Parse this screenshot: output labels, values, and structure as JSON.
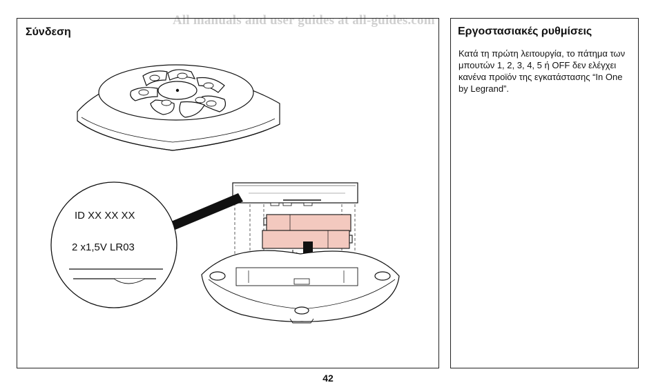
{
  "watermark": "All manuals and user guides at all-guides.com",
  "left_panel": {
    "heading": "Σύνδεση",
    "label_id": "ID XX XX XX",
    "label_battery": "2 x1,5V LR03"
  },
  "right_panel": {
    "heading": "Εργοστασιακές ρυθμίσεις",
    "body": "Κατά τη πρώτη λειτουργία, το πάτημα των μπουτών 1, 2, 3, 4, 5 ή OFF δεν ελέγχει κανένα προϊόν της εγκατάστασης “In One by Legrand”."
  },
  "page_number": "42"
}
